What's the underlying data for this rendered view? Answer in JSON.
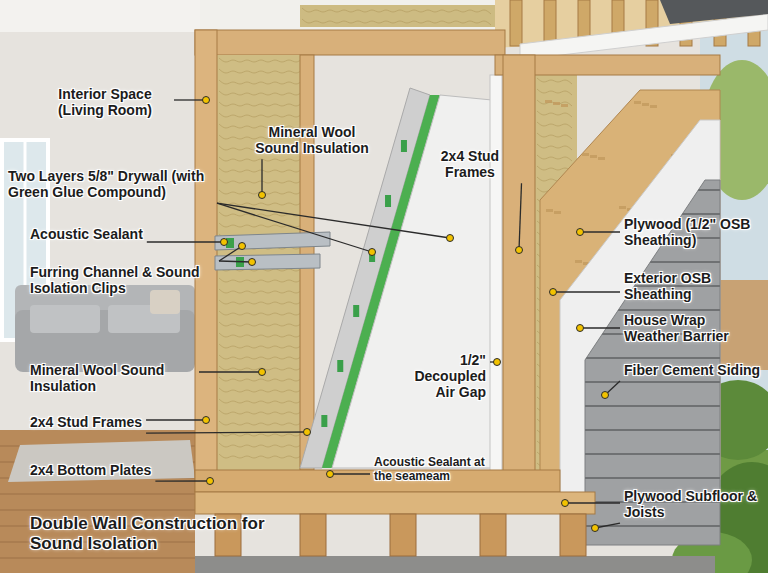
{
  "diagram": {
    "title": "Double Wall Construction for Sound Isolation",
    "labels": [
      "Interior Space (Living Room)",
      "Mineral Wool Sound Insulation",
      "Two Layers 5/8\" Drywall (with Green Glue Compound)",
      "2x4 Stud Frames",
      "Acoustic Sealant",
      "Furring Channel & Sound Isolation Clips",
      "Plywood (1/2\" OSB Sheathing)",
      "Exterior OSB Sheathing",
      "House Wrap Weather Barrier",
      "Fiber Cement Siding",
      "1/2\" Decoupled Air Gap",
      "Mineral Wool Sound Insulation",
      "2x4 Stud Frames",
      "2x4 Bottom Plates",
      "Acoustic Sealant at the seameam",
      "Plywood Subfloor & Joists"
    ]
  }
}
